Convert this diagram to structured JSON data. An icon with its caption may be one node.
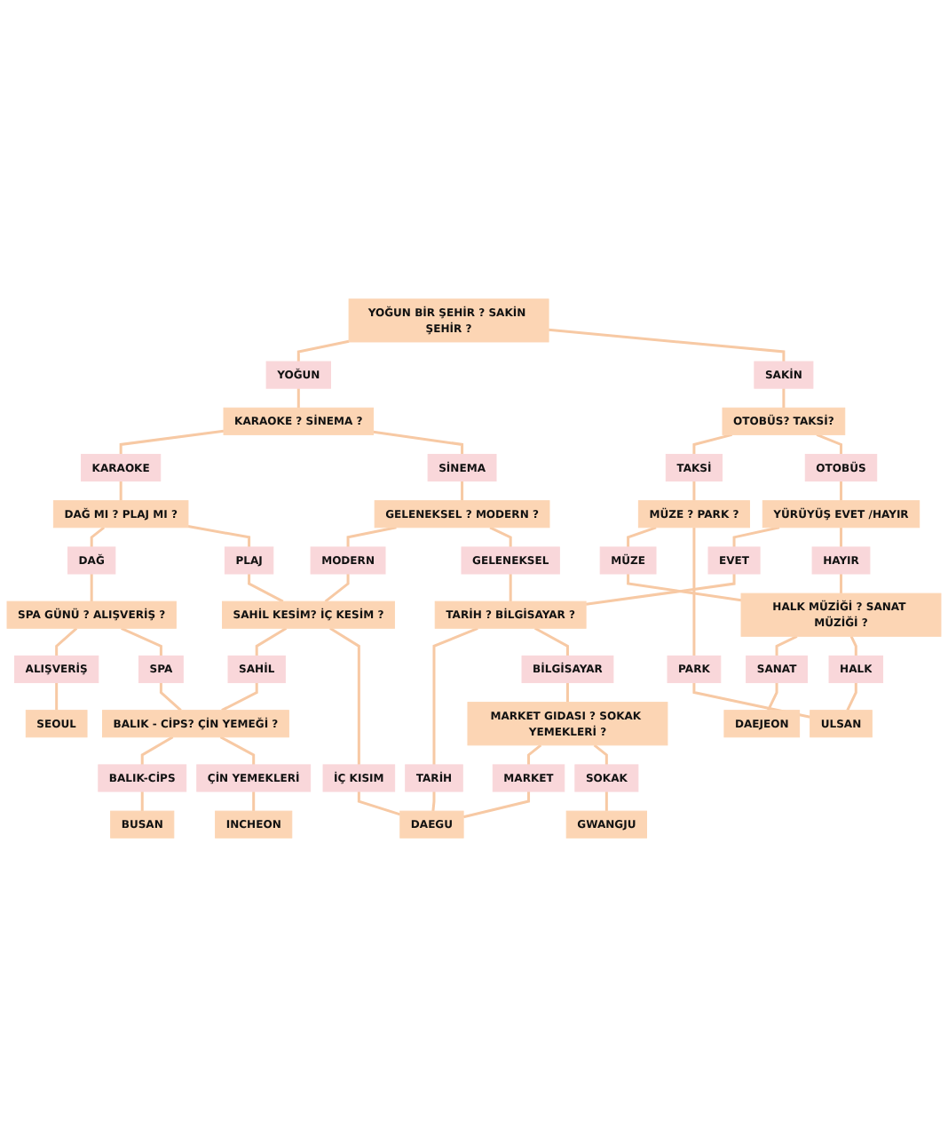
{
  "diagram": {
    "nodes": [
      {
        "text": [
          "YOĞUN BİR ŞEHİR ? SAKİN ŞEHİR ?"
        ]
      },
      {
        "text": [
          "YOĞUN"
        ]
      },
      {
        "text": [
          "SAKİN"
        ]
      },
      {
        "text": [
          "KARAOKE ? SİNEMA ?"
        ]
      },
      {
        "text": [
          "KARAOKE"
        ]
      },
      {
        "text": [
          "OTOBÜS? TAKSİ?"
        ]
      },
      {
        "text": [
          "TAKSİ"
        ]
      },
      {
        "text": [
          "SİNEMA"
        ]
      },
      {
        "text": [
          "OTOBÜS"
        ]
      },
      {
        "text": [
          "DAĞ MI ? PLAJ MI ?"
        ]
      },
      {
        "text": [
          "GELENEKSEL ? MODERN ?"
        ]
      },
      {
        "text": [
          "YÜRÜYÜŞ EVET /HAYIR"
        ]
      },
      {
        "text": [
          "MÜZE ? PARK ?"
        ]
      },
      {
        "text": [
          "DAĞ"
        ]
      },
      {
        "text": [
          "PLAJ"
        ]
      },
      {
        "text": [
          "MODERN"
        ]
      },
      {
        "text": [
          "GELENEKSEL"
        ]
      },
      {
        "text": [
          "EVET"
        ]
      },
      {
        "text": [
          "HAYIR"
        ]
      },
      {
        "text": [
          "MÜZE"
        ]
      },
      {
        "text": [
          "PARK"
        ]
      },
      {
        "text": [
          "SPA GÜNÜ ? ALIŞVERİŞ ?"
        ]
      },
      {
        "text": [
          "SAHİL KESİM? İÇ KESİM ?"
        ]
      },
      {
        "text": [
          "TARİH ? BİLGİSAYAR ?"
        ]
      },
      {
        "text": [
          "HALK MÜZİĞİ ? SANAT MÜZİĞİ ?"
        ]
      },
      {
        "text": [
          "ALIŞVERİŞ"
        ]
      },
      {
        "text": [
          "SPA"
        ]
      },
      {
        "text": [
          "SAHİL"
        ]
      },
      {
        "text": [
          "İÇ KISIM"
        ]
      },
      {
        "text": [
          "TARİH"
        ]
      },
      {
        "text": [
          "BİLGİSAYAR"
        ]
      },
      {
        "text": [
          "SANAT"
        ]
      },
      {
        "text": [
          "HALK"
        ]
      },
      {
        "text": [
          "BALIK - CİPS? ÇİN YEMEĞİ ?"
        ]
      },
      {
        "text": [
          "MARKET GIDASI ? SOKAK YEMEKLERİ ?"
        ]
      },
      {
        "text": [
          "BALIK-CİPS"
        ]
      },
      {
        "text": [
          "ÇİN YEMEKLERİ"
        ]
      },
      {
        "text": [
          "MARKET"
        ]
      },
      {
        "text": [
          "SOKAK"
        ]
      },
      {
        "text": [
          "SEOUL"
        ]
      },
      {
        "text": [
          "BUSAN"
        ]
      },
      {
        "text": [
          "INCHEON"
        ]
      },
      {
        "text": [
          "DAEGU"
        ]
      },
      {
        "text": [
          "GWANGJU"
        ]
      },
      {
        "text": [
          "DAEJEON"
        ]
      },
      {
        "text": [
          "ULSAN"
        ]
      }
    ],
    "edges": [
      {
        "from": 0,
        "to": 1,
        "arrow": "none"
      },
      {
        "from": 0,
        "to": 2,
        "arrow": "none"
      },
      {
        "from": 1,
        "to": 3,
        "arrow": "none"
      },
      {
        "from": 2,
        "to": 5,
        "arrow": "none"
      },
      {
        "from": 3,
        "to": 4,
        "arrow": "none"
      },
      {
        "from": 3,
        "to": 7,
        "arrow": "none"
      },
      {
        "from": 5,
        "to": 6,
        "arrow": "none"
      },
      {
        "from": 5,
        "to": 8,
        "arrow": "none"
      },
      {
        "from": 4,
        "to": 9,
        "arrow": "none"
      },
      {
        "from": 7,
        "to": 10,
        "arrow": "none"
      },
      {
        "from": 8,
        "to": 11,
        "arrow": "none"
      },
      {
        "from": 6,
        "to": 12,
        "arrow": "none"
      },
      {
        "from": 9,
        "to": 13,
        "arrow": "none"
      },
      {
        "from": 9,
        "to": 14,
        "arrow": "none"
      },
      {
        "from": 10,
        "to": 15,
        "arrow": "none"
      },
      {
        "from": 10,
        "to": 16,
        "arrow": "none"
      },
      {
        "from": 11,
        "to": 17,
        "arrow": "none"
      },
      {
        "from": 11,
        "to": 18,
        "arrow": "none"
      },
      {
        "from": 12,
        "to": 19,
        "arrow": "none"
      },
      {
        "from": 12,
        "to": 20,
        "arrow": "none"
      },
      {
        "from": 13,
        "to": 21,
        "arrow": "none"
      },
      {
        "from": 14,
        "to": 22,
        "arrow": "none"
      },
      {
        "from": 15,
        "to": 22,
        "arrow": "none"
      },
      {
        "from": 16,
        "to": 23,
        "arrow": "none"
      },
      {
        "from": 17,
        "to": 23,
        "arrow": "none"
      },
      {
        "from": 18,
        "to": 24,
        "arrow": "none"
      },
      {
        "from": 19,
        "to": 24,
        "arrow": "none"
      },
      {
        "from": 21,
        "to": 25,
        "arrow": "none"
      },
      {
        "from": 21,
        "to": 26,
        "arrow": "none"
      },
      {
        "from": 22,
        "to": 27,
        "arrow": "none"
      },
      {
        "from": 22,
        "to": 28,
        "arrow": "none"
      },
      {
        "from": 23,
        "to": 29,
        "arrow": "none"
      },
      {
        "from": 23,
        "to": 30,
        "arrow": "none"
      },
      {
        "from": 24,
        "to": 31,
        "arrow": "none"
      },
      {
        "from": 24,
        "to": 32,
        "arrow": "none"
      },
      {
        "from": 26,
        "to": 33,
        "arrow": "none"
      },
      {
        "from": 27,
        "to": 33,
        "arrow": "none"
      },
      {
        "from": 30,
        "to": 34,
        "arrow": "none"
      },
      {
        "from": 33,
        "to": 35,
        "arrow": "none"
      },
      {
        "from": 33,
        "to": 36,
        "arrow": "none"
      },
      {
        "from": 34,
        "to": 37,
        "arrow": "none"
      },
      {
        "from": 34,
        "to": 38,
        "arrow": "none"
      },
      {
        "from": 25,
        "to": 39,
        "arrow": "none"
      },
      {
        "from": 35,
        "to": 40,
        "arrow": "none"
      },
      {
        "from": 36,
        "to": 41,
        "arrow": "none"
      },
      {
        "from": 28,
        "to": 42,
        "arrow": "none"
      },
      {
        "from": 29,
        "to": 42,
        "arrow": "none"
      },
      {
        "from": 37,
        "to": 42,
        "arrow": "none"
      },
      {
        "from": 38,
        "to": 43,
        "arrow": "none"
      },
      {
        "from": 31,
        "to": 44,
        "arrow": "none"
      },
      {
        "from": 32,
        "to": 45,
        "arrow": "none"
      },
      {
        "from": 20,
        "to": 45,
        "arrow": "none"
      }
    ]
  }
}
